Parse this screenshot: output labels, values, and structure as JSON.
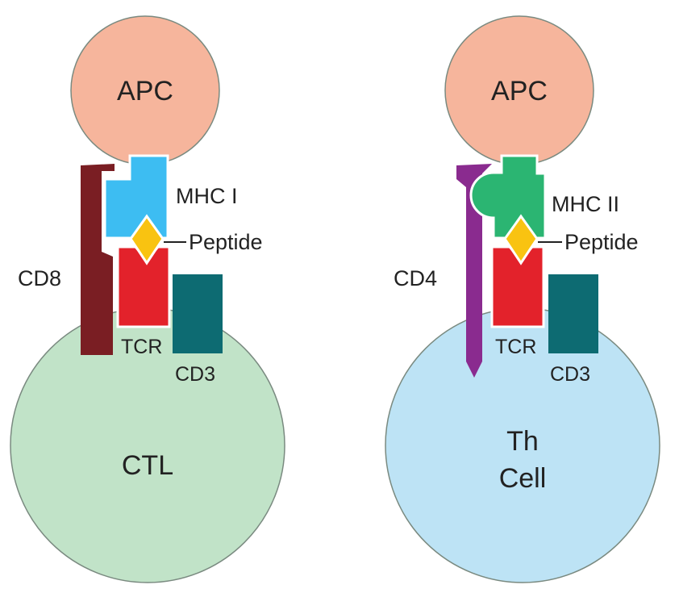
{
  "panels": [
    {
      "apc_label": "APC",
      "mhc_label": "MHC I",
      "peptide_label": "Peptide",
      "coreceptor_label": "CD8",
      "tcr_label": "TCR",
      "cd3_label": "CD3",
      "cell_label_lines": [
        "CTL"
      ]
    },
    {
      "apc_label": "APC",
      "mhc_label": "MHC II",
      "peptide_label": "Peptide",
      "coreceptor_label": "CD4",
      "tcr_label": "TCR",
      "cd3_label": "CD3",
      "cell_label_lines": [
        "Th",
        "Cell"
      ]
    }
  ],
  "colors": {
    "apc": "#f6b59c",
    "ctl_cell": "#c1e3c8",
    "th_cell": "#bde3f5",
    "cell_outline": "#7a8a80",
    "mhc_i": "#3dbdf2",
    "mhc_ii": "#2bb572",
    "peptide": "#f9c311",
    "tcr": "#e3222b",
    "cd3": "#0d6b72",
    "cd8": "#7a1e23",
    "cd4": "#8a2b8f"
  }
}
